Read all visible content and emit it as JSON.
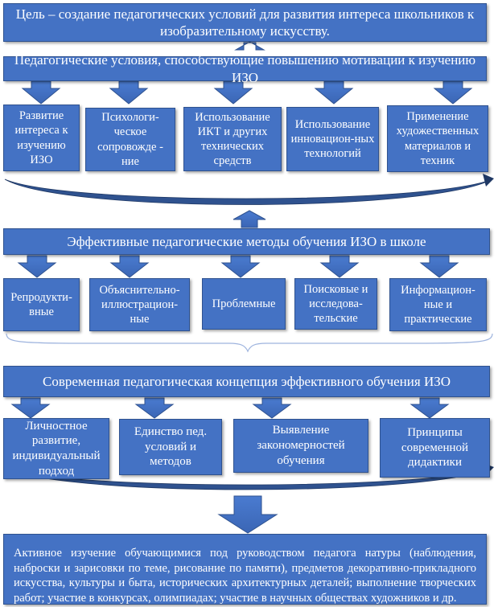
{
  "diagram": {
    "colors": {
      "box_fill": "#4472c4",
      "box_border": "#2f528f",
      "text": "#ffffff",
      "connector": "#2f528f"
    },
    "goal": "Цель – создание педагогических условий для развития интереса школьников к изобразительному искусству.",
    "conditions": {
      "title": "Педагогические условия, способствующие повышению мотивации к изучению ИЗО",
      "items": [
        "Развитие интереса к изучению ИЗО",
        "Психологи-ческое сопровожде - ние",
        "Использование ИКТ и других технических средств",
        "Использование инновацион-ных технологий",
        "Применение художественных материалов и техник"
      ]
    },
    "methods": {
      "title": "Эффективные педагогические методы обучения ИЗО в школе",
      "items": [
        "Репродукти-вные",
        "Объяснительно-иллюстрацион-ные",
        "Проблемные",
        "Поисковые и исследова-тельские",
        "Информацион-ные и практические"
      ]
    },
    "concept": {
      "title": "Современная педагогическая концепция эффективного обучения ИЗО",
      "items": [
        "Личностное развитие, индивидуальный подход",
        "Единство пед. условий и методов",
        "Выявление закономерностей обучения",
        "Принципы современной дидактики"
      ]
    },
    "result": "Активное изучение обучающимися под руководством педагога натуры (наблюдения, наброски и зарисовки по теме, рисование по памяти), предметов декоративно-прикладного искусства, культуры и быта, исторических архитектурных деталей; выполнение творческих работ; участие в конкурсах, олимпиадах; участие в научных обществах художников и др."
  }
}
